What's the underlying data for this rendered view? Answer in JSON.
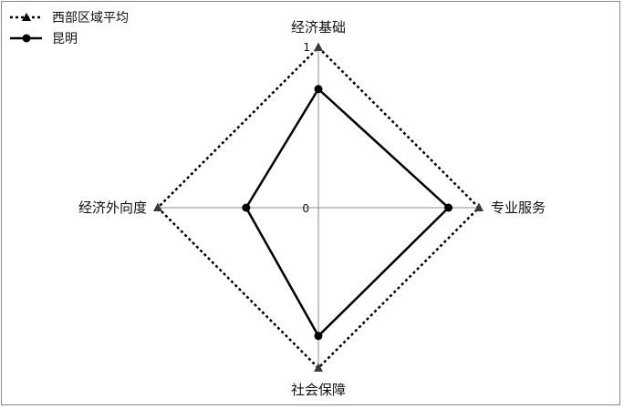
{
  "chart_data": {
    "type": "radar",
    "axes": [
      "经济基础",
      "专业服务",
      "社会保障",
      "经济外向度"
    ],
    "range": [
      0,
      1
    ],
    "tick_labels": [
      "0",
      "1"
    ],
    "grid": false,
    "legend_position": "top-left",
    "series": [
      {
        "name": "西部区域平均",
        "values": [
          1,
          1,
          1,
          1
        ],
        "line": "dotted",
        "marker": "triangle",
        "color": "#000000"
      },
      {
        "name": "昆明",
        "values": [
          0.74,
          0.81,
          0.8,
          0.45
        ],
        "line": "solid",
        "marker": "circle",
        "color": "#000000"
      }
    ]
  }
}
